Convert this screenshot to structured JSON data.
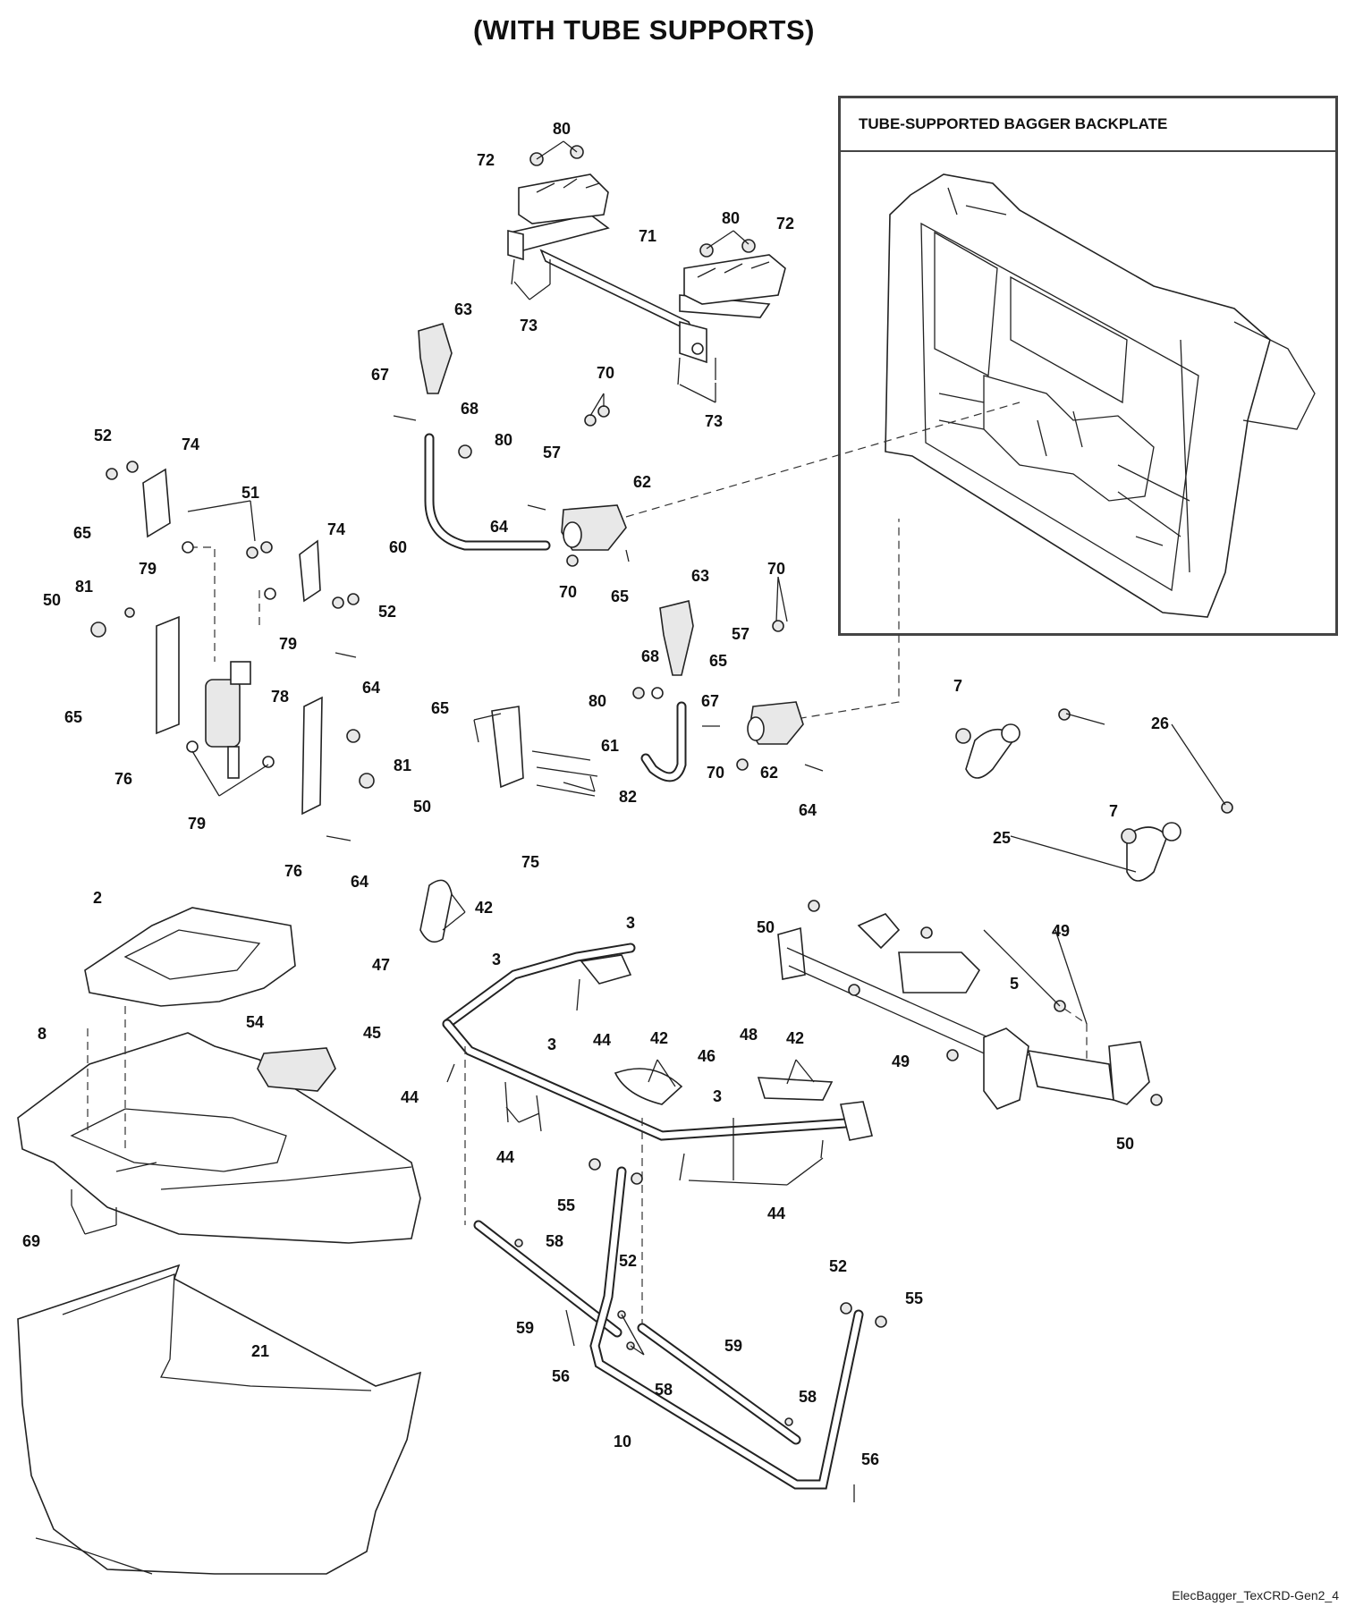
{
  "title": "(WITH TUBE SUPPORTS)",
  "inset": {
    "title": "TUBE-SUPPORTED BAGGER BACKPLATE"
  },
  "footer": "ElecBagger_TexCRD-Gen2_4",
  "callouts": {
    "c80a": "80",
    "c72a": "72",
    "c71": "71",
    "c80b": "80",
    "c72b": "72",
    "c73a": "73",
    "c73b": "73",
    "c63a": "63",
    "c67a": "67",
    "c68a": "68",
    "c80c": "80",
    "c70a": "70",
    "c57a": "57",
    "c62a": "62",
    "c64a": "64",
    "c60": "60",
    "c70b": "70",
    "c65a": "65",
    "c52a": "52",
    "c74a": "74",
    "c51": "51",
    "c65b": "65",
    "c79a": "79",
    "c74b": "74",
    "c52b": "52",
    "c81a": "81",
    "c50a": "50",
    "c79b": "79",
    "c64b": "64",
    "c78": "78",
    "c65c": "65",
    "c76a": "76",
    "c81b": "81",
    "c50b": "50",
    "c79c": "79",
    "c76b": "76",
    "c64c": "64",
    "c65d": "65",
    "c82": "82",
    "c75": "75",
    "c63b": "63",
    "c70c": "70",
    "c57b": "57",
    "c68b": "68",
    "c65e": "65",
    "c80d": "80",
    "c67b": "67",
    "c61": "61",
    "c70d": "70",
    "c62b": "62",
    "c64d": "64",
    "c7a": "7",
    "c26": "26",
    "c7b": "7",
    "c25": "25",
    "c2": "2",
    "c8": "8",
    "c54": "54",
    "c69": "69",
    "c21": "21",
    "c42a": "42",
    "c47": "47",
    "c3a": "3",
    "c3b": "3",
    "c44a": "44",
    "c45": "45",
    "c44b": "44",
    "c3c": "3",
    "c44c": "44",
    "c42b": "42",
    "c46": "46",
    "c48": "48",
    "c42c": "42",
    "c3d": "3",
    "c44d": "44",
    "c50c": "50",
    "c49a": "49",
    "c5": "5",
    "c49b": "49",
    "c50d": "50",
    "c55a": "55",
    "c52c": "52",
    "c58a": "58",
    "c59a": "59",
    "c56a": "56",
    "c58b": "58",
    "c10": "10",
    "c59b": "59",
    "c58c": "58",
    "c52d": "52",
    "c55b": "55",
    "c56b": "56"
  }
}
